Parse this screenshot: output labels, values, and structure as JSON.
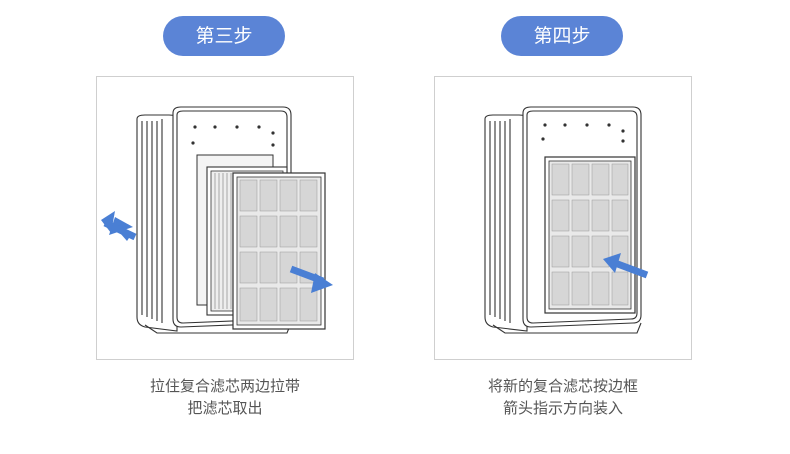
{
  "steps": [
    {
      "label": "第三步",
      "caption_line1": "拉住复合滤芯两边拉带",
      "caption_line2": "把滤芯取出",
      "illustration": "filter-removal",
      "arrows": [
        "arrow-pull-left",
        "arrow-pull-right"
      ]
    },
    {
      "label": "第四步",
      "caption_line1": "将新的复合滤芯按边框",
      "caption_line2": "箭头指示方向装入",
      "illustration": "filter-insertion",
      "arrows": [
        "arrow-insert"
      ]
    }
  ],
  "colors": {
    "pill_bg": "#5b84d6",
    "arrow": "#4a7fd4",
    "frame_border": "#cfcfcf",
    "caption_text": "#555555",
    "line_art": "#333333"
  }
}
